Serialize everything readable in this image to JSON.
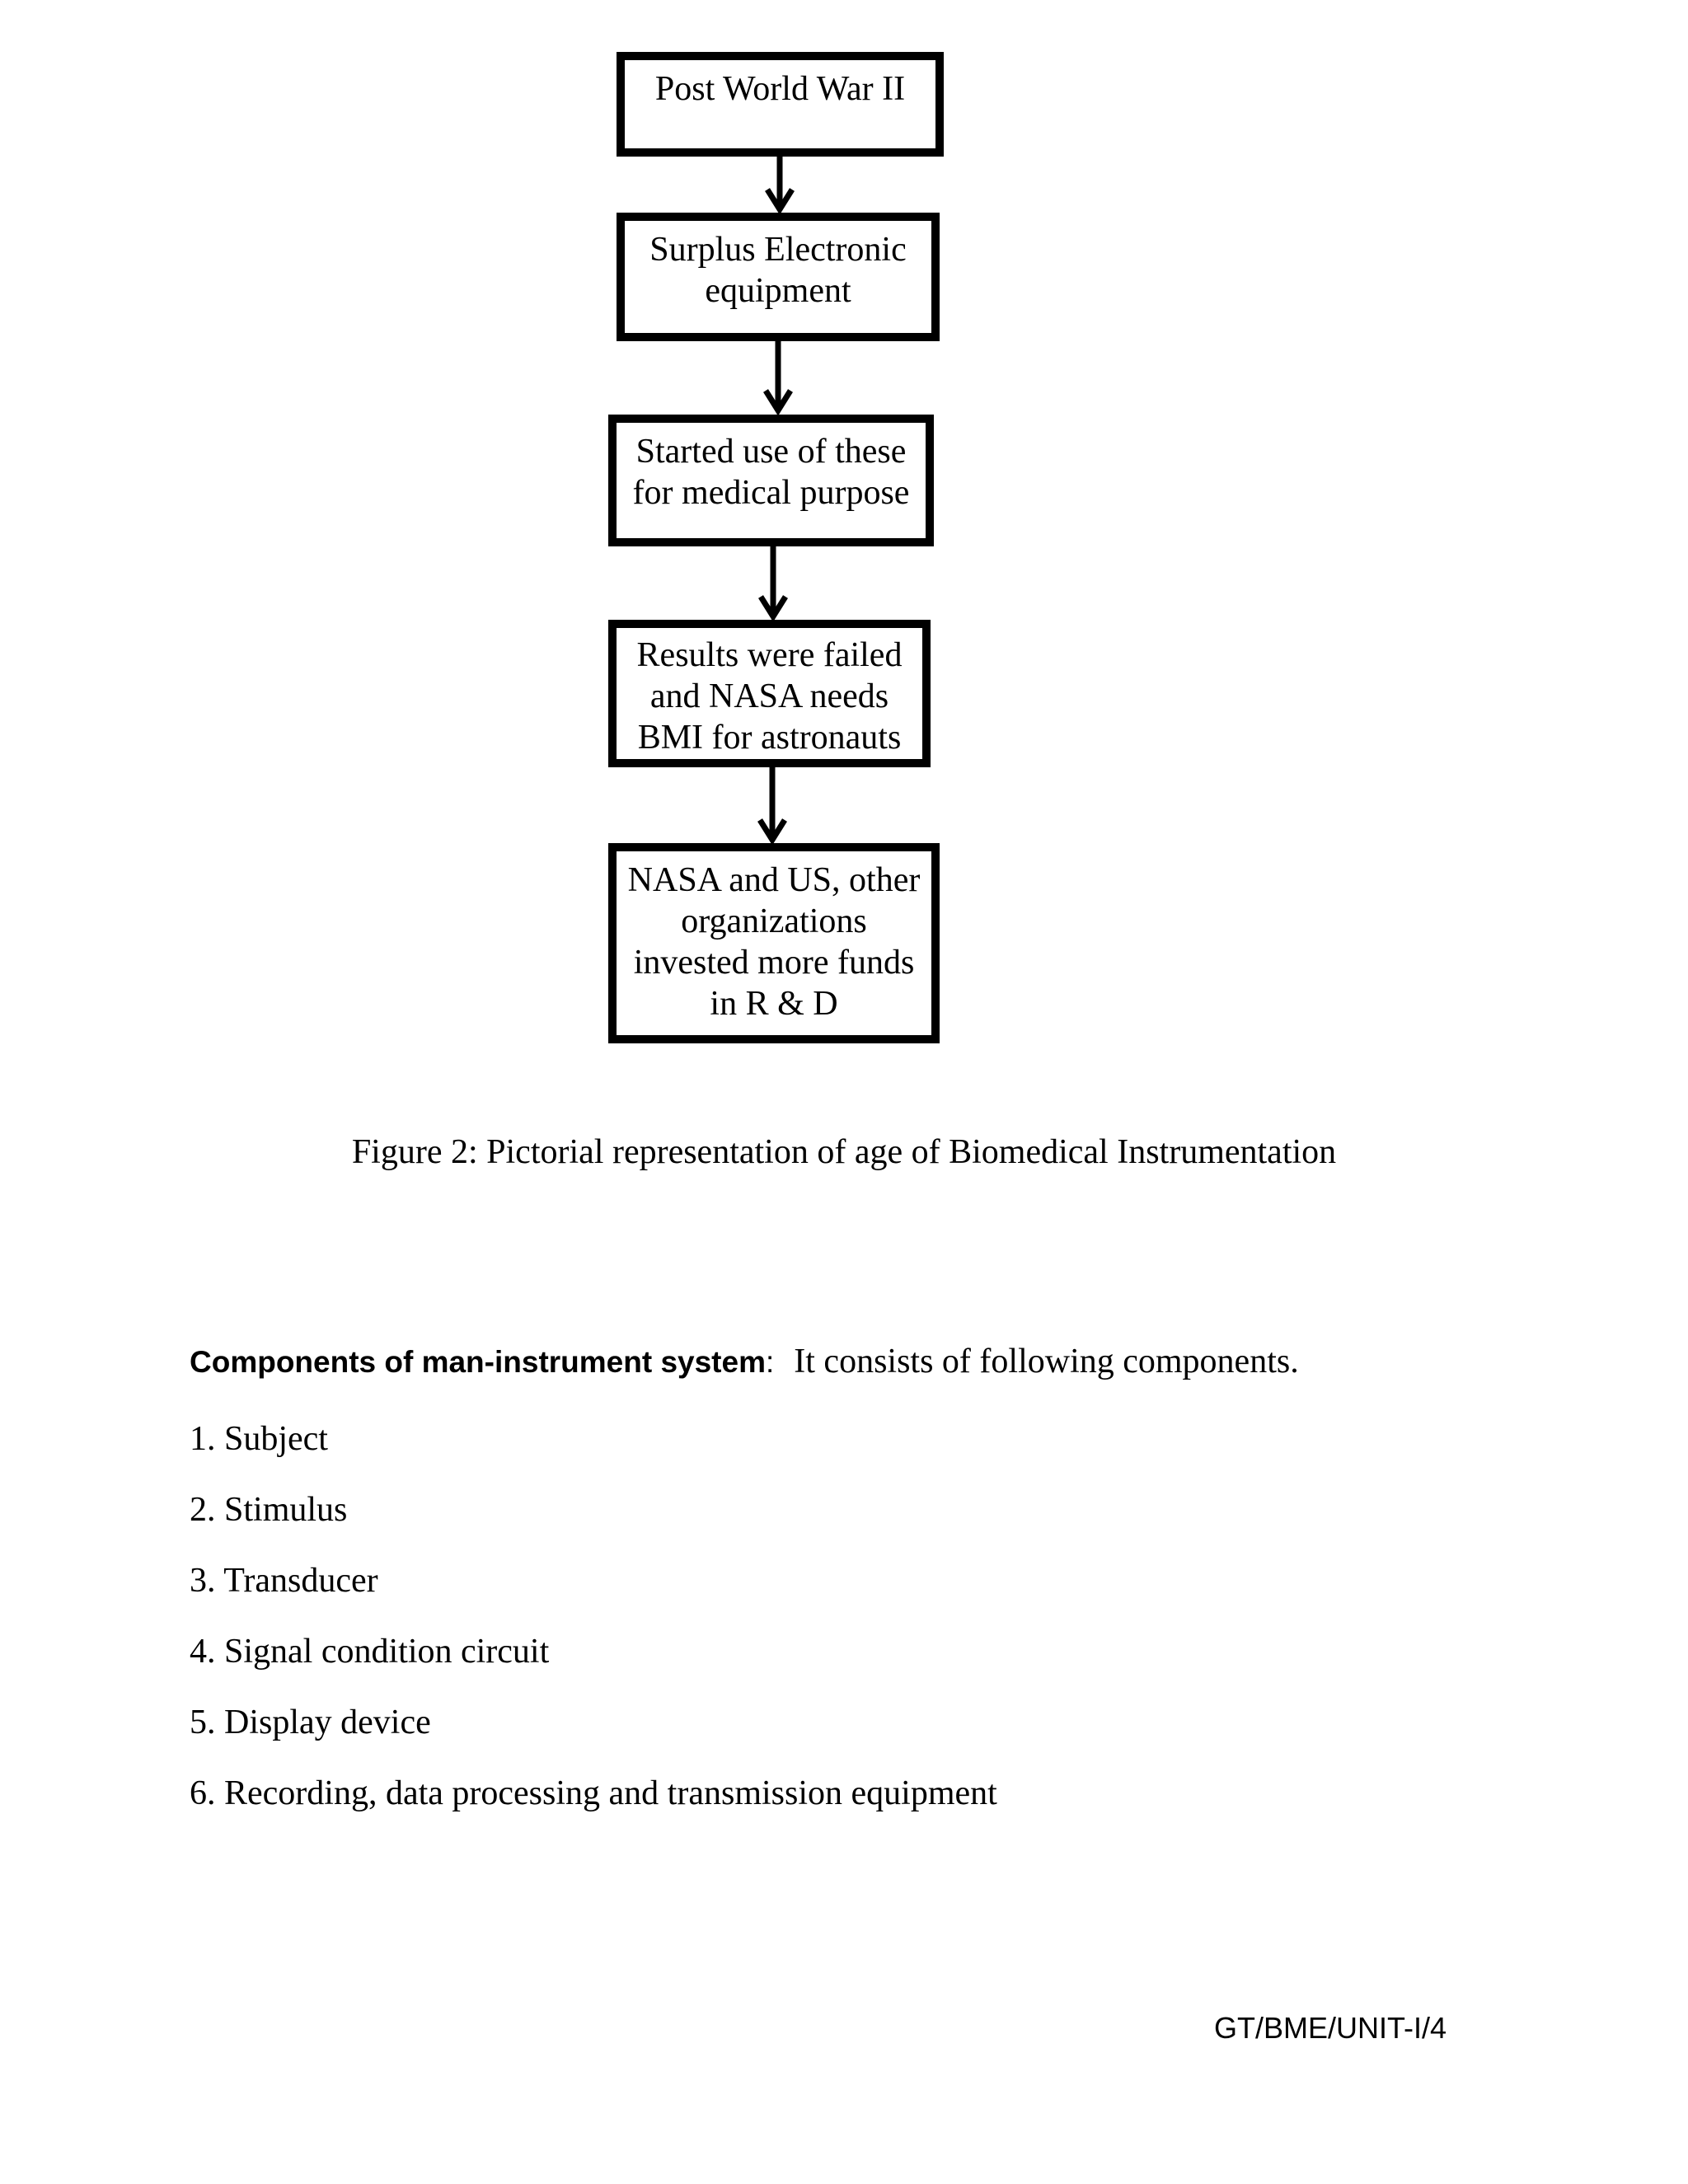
{
  "doc": {
    "flowchart": {
      "boxes": [
        {
          "label": "Post World War II"
        },
        {
          "label": "Surplus Electronic\nequipment"
        },
        {
          "label": "Started use of these\nfor medical purpose"
        },
        {
          "label": "Results were failed\nand NASA needs\nBMI for astronauts"
        },
        {
          "label": "NASA and US, other\norganizations\ninvested more funds\nin R & D"
        }
      ]
    },
    "caption": "Figure 2: Pictorial representation of age of Biomedical Instrumentation",
    "heading": {
      "bold": "Components of man-instrument system",
      "colon": ":",
      "rest": "It consists of following components."
    },
    "components": [
      "1. Subject",
      "2. Stimulus",
      "3. Transducer",
      "4. Signal condition circuit",
      "5. Display device",
      "6. Recording, data processing and transmission equipment"
    ],
    "footer": "GT/BME/UNIT-I/4",
    "colors": {
      "ink": "#000000",
      "page": "#ffffff"
    }
  }
}
